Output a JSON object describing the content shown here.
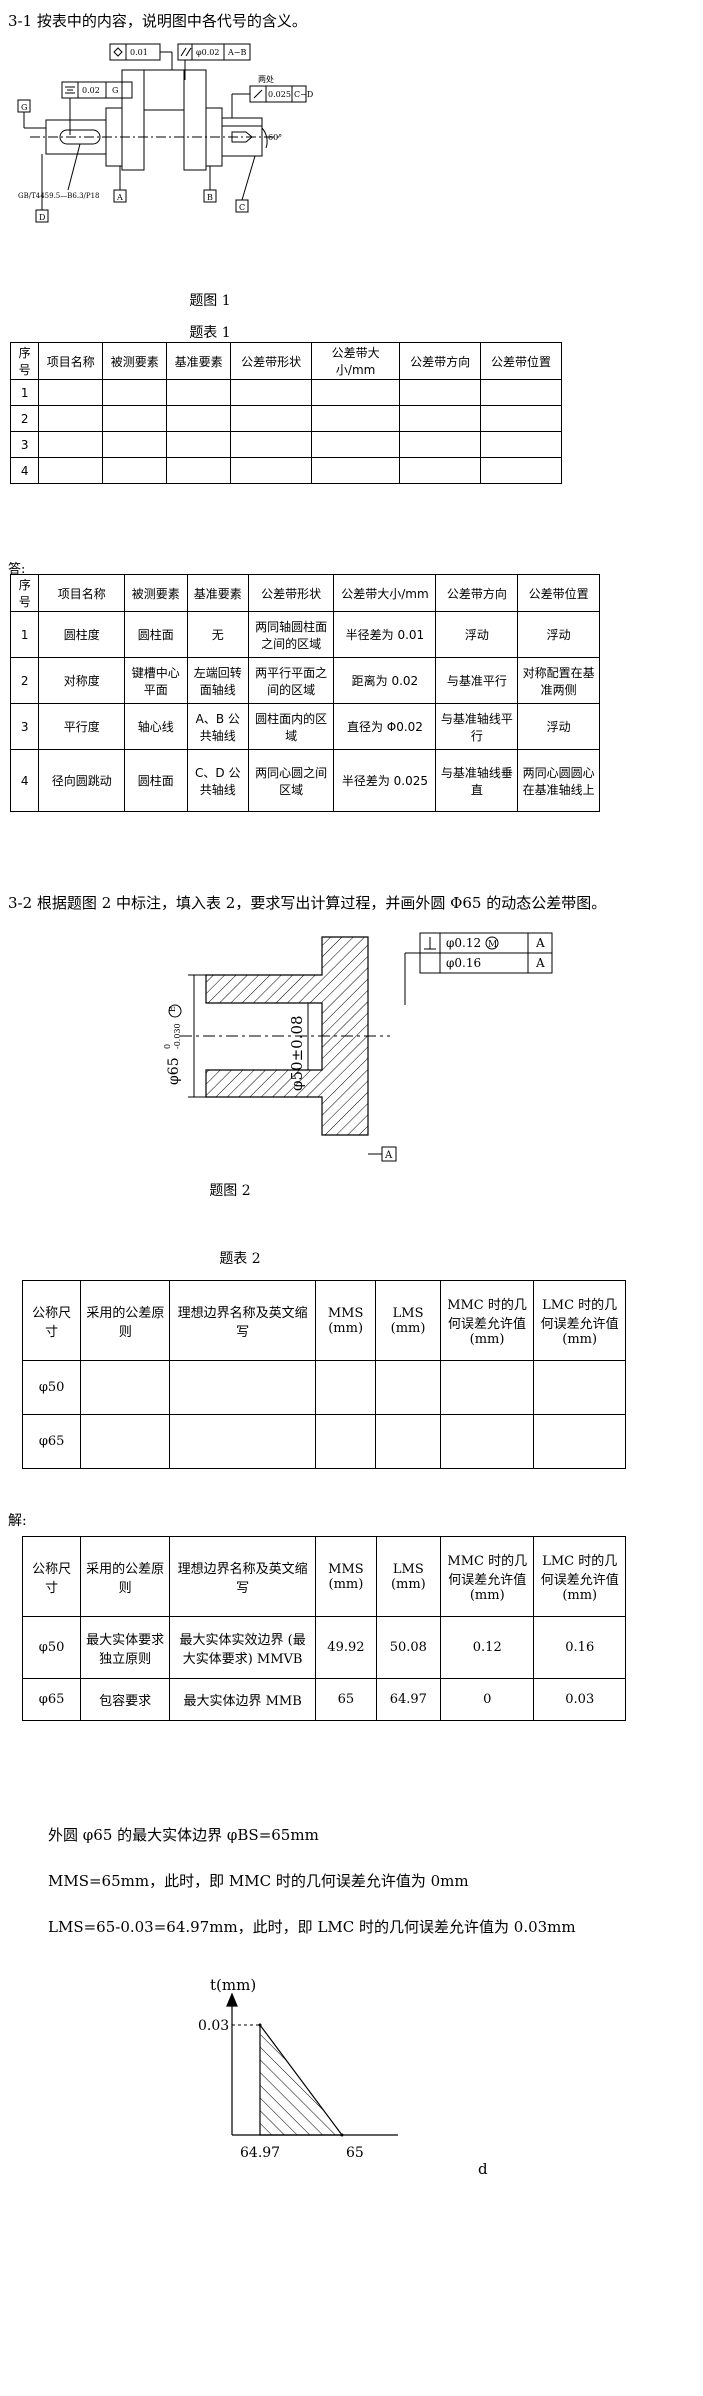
{
  "q1": {
    "title": "3-1 按表中的内容，说明图中各代号的含义。",
    "fig_caption": "题图 1",
    "table_caption": "题表 1",
    "fig_labels": {
      "fcf_straightness": "0.01",
      "fcf_parallel_val": "φ0.02",
      "fcf_parallel_datum": "A−B",
      "fcf_symmetry_val": "0.02",
      "fcf_symmetry_datum": "G",
      "fcf_runout_note": "两处",
      "fcf_runout_val": "0.025",
      "fcf_runout_datum": "C−D",
      "datum_a": "A",
      "datum_b": "B",
      "datum_c": "C",
      "datum_d": "D",
      "datum_g": "G",
      "standard": "GB/T4459.5—B6.3/P18",
      "angle": "60°"
    },
    "headers": [
      "序号",
      "项目名称",
      "被测要素",
      "基准要素",
      "公差带形状",
      "公差带大小/mm",
      "公差带方向",
      "公差带位置"
    ],
    "empty_rows": [
      "1",
      "2",
      "3",
      "4"
    ]
  },
  "a1": {
    "label": "答:",
    "headers": [
      "序号",
      "项目名称",
      "被测要素",
      "基准要素",
      "公差带形状",
      "公差带大小/mm",
      "公差带方向",
      "公差带位置"
    ],
    "rows": [
      [
        "1",
        "圆柱度",
        "圆柱面",
        "无",
        "两同轴圆柱面之间的区域",
        "半径差为 0.01",
        "浮动",
        "浮动"
      ],
      [
        "2",
        "对称度",
        "键槽中心平面",
        "左端回转面轴线",
        "两平行平面之间的区域",
        "距离为 0.02",
        "与基准平行",
        "对称配置在基准两侧"
      ],
      [
        "3",
        "平行度",
        "轴心线",
        "A、B 公共轴线",
        "圆柱面内的区域",
        "直径为 Φ0.02",
        "与基准轴线平行",
        "浮动"
      ],
      [
        "4",
        "径向圆跳动",
        "圆柱面",
        "C、D 公共轴线",
        "两同心圆之间区域",
        "半径差为 0.025",
        "与基准轴线垂直",
        "两同心圆圆心在基准轴线上"
      ]
    ]
  },
  "q2": {
    "title": "3-2 根据题图 2 中标注，填入表 2，要求写出计算过程，并画外圆 Φ65 的动态公差带图。",
    "fig_caption": "题图 2",
    "table_caption": "题表 2",
    "fig_labels": {
      "fcf1_val": "φ0.12",
      "fcf1_mod": "M",
      "fcf1_datum": "A",
      "fcf2_val": "φ0.16",
      "fcf2_datum": "A",
      "outer_dim": "φ65",
      "outer_upper": "0",
      "outer_lower": "-0.030",
      "outer_env": "E",
      "inner_dim": "φ50±0.08",
      "datum": "A"
    },
    "headers": [
      "公称尺寸",
      "采用的公差原则",
      "理想边界名称及英文缩写",
      "MMS (mm)",
      "LMS (mm)",
      "MMC 时的几何误差允许值 (mm)",
      "LMC 时的几何误差允许值 (mm)"
    ],
    "empty_rows": [
      "φ50",
      "φ65"
    ]
  },
  "a2": {
    "label": "解:",
    "headers": [
      "公称尺寸",
      "采用的公差原则",
      "理想边界名称及英文缩写",
      "MMS (mm)",
      "LMS (mm)",
      "MMC 时的几何误差允许值 (mm)",
      "LMC 时的几何误差允许值 (mm)"
    ],
    "rows": [
      [
        "φ50",
        "最大实体要求 独立原则",
        "最大实体实效边界 (最大实体要求) MMVB",
        "49.92",
        "50.08",
        "0.12",
        "0.16"
      ],
      [
        "φ65",
        "包容要求",
        "最大实体边界 MMB",
        "65",
        "64.97",
        "0",
        "0.03"
      ]
    ],
    "line1": "外圆 φ65 的最大实体边界  φBS=65mm",
    "line2": "MMS=65mm，此时，即 MMC 时的几何误差允许值为 0mm",
    "line3": "LMS=65-0.03=64.97mm，此时，即 LMC 时的几何误差允许值为 0.03mm"
  },
  "chart_data": {
    "type": "area",
    "ylabel": "t(mm)",
    "xlabel": "d",
    "x": [
      64.97,
      65
    ],
    "y": [
      0.03,
      0
    ],
    "xticks": [
      "64.97",
      "65"
    ],
    "yticks": [
      "0.03"
    ]
  }
}
